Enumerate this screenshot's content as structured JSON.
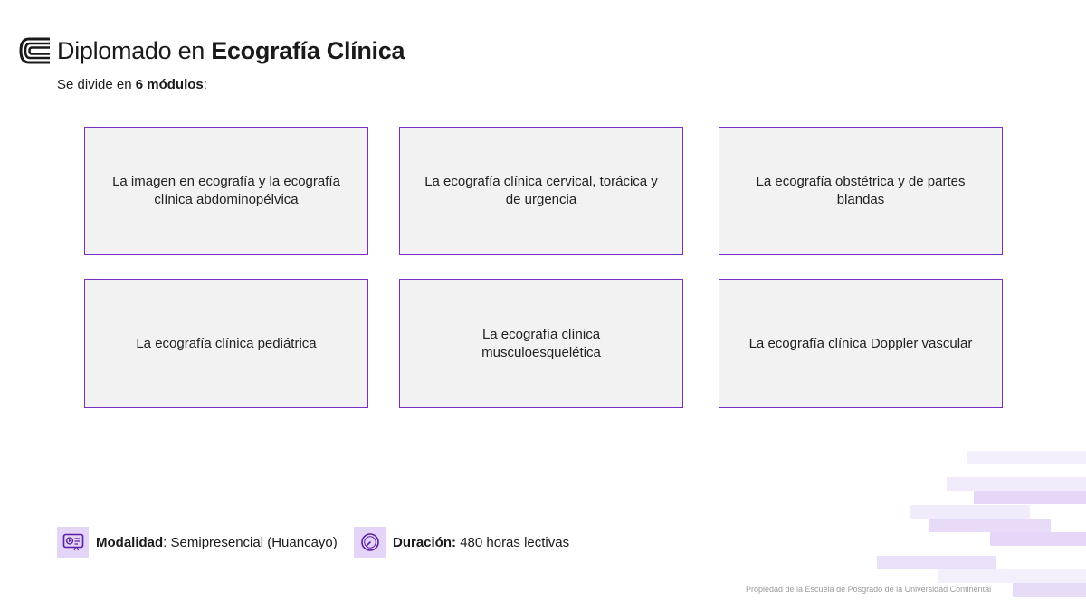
{
  "header": {
    "logo_icon": "book-stack-icon",
    "title_prefix": "Diplomado en",
    "title_bold": "Ecografía Clínica",
    "subtitle_prefix": "Se divide en",
    "subtitle_bold": "6 módulos",
    "subtitle_suffix": ":"
  },
  "modules": [
    {
      "label": "La imagen en ecografía y la ecografía clínica abdominopélvica"
    },
    {
      "label": "La ecografía clínica cervical, torácica y de urgencia"
    },
    {
      "label": "La ecografía obstétrica y de partes blandas"
    },
    {
      "label": "La ecografía clínica pediátrica"
    },
    {
      "label": "La ecografía clínica musculoesquelética"
    },
    {
      "label": "La ecografía clínica Doppler vascular"
    }
  ],
  "info": {
    "modalidad": {
      "icon": "video-lesson-icon",
      "label": "Modalidad",
      "separator": ":",
      "value": "Semipresencial (Huancayo)"
    },
    "duracion": {
      "icon": "clock-icon",
      "label": "Duración:",
      "value": "480 horas lectivas"
    }
  },
  "footer": {
    "text": "Propiedad de la Escuela de Posgrado de la Universidad Continental"
  },
  "colors": {
    "accent": "#7a2fc0",
    "module_bg": "#f2f2f2",
    "icon_bg": "#e4d4f7",
    "deco_light": "#f1ebfb",
    "deco_mid": "#e3d5f7"
  }
}
